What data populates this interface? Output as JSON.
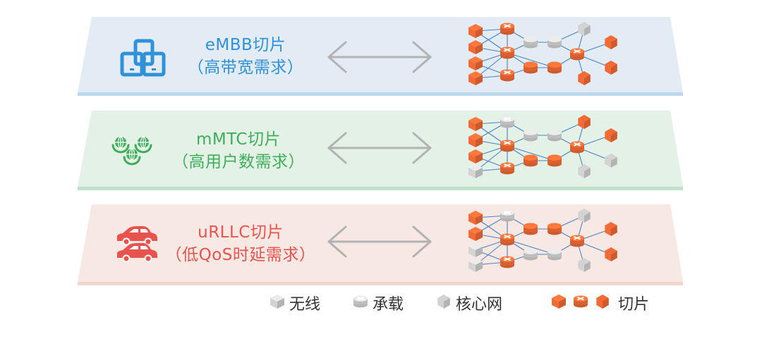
{
  "colors": {
    "embb_band": "#e3ecf4",
    "embb_edge": "#bcd8ee",
    "embb_text": "#2f91d8",
    "mmtc_band": "#e3f1e6",
    "mmtc_edge": "#bfe2c8",
    "mmtc_text": "#3fae5a",
    "urllc_band": "#f7e8e4",
    "urllc_edge": "#f2d5cd",
    "urllc_text": "#e9534e",
    "arrow": "#b3b3b3",
    "slice_node": "#f26b36",
    "plain_node": "#d3d3d3",
    "link": "#2d6fbf"
  },
  "slices": [
    {
      "id": "embb",
      "title": "eMBB切片",
      "subtitle": "（高带宽需求）",
      "icon": "tablet-devices-icon"
    },
    {
      "id": "mmtc",
      "title": "mMTC切片",
      "subtitle": "（高用户数需求）",
      "icon": "globe-hands-icon"
    },
    {
      "id": "urllc",
      "title": "uRLLC切片",
      "subtitle": "（低QoS时延需求）",
      "icon": "cars-icon"
    }
  ],
  "legend": {
    "wireless": "无线",
    "bearer": "承载",
    "core": "核心网",
    "slice": "切片"
  }
}
